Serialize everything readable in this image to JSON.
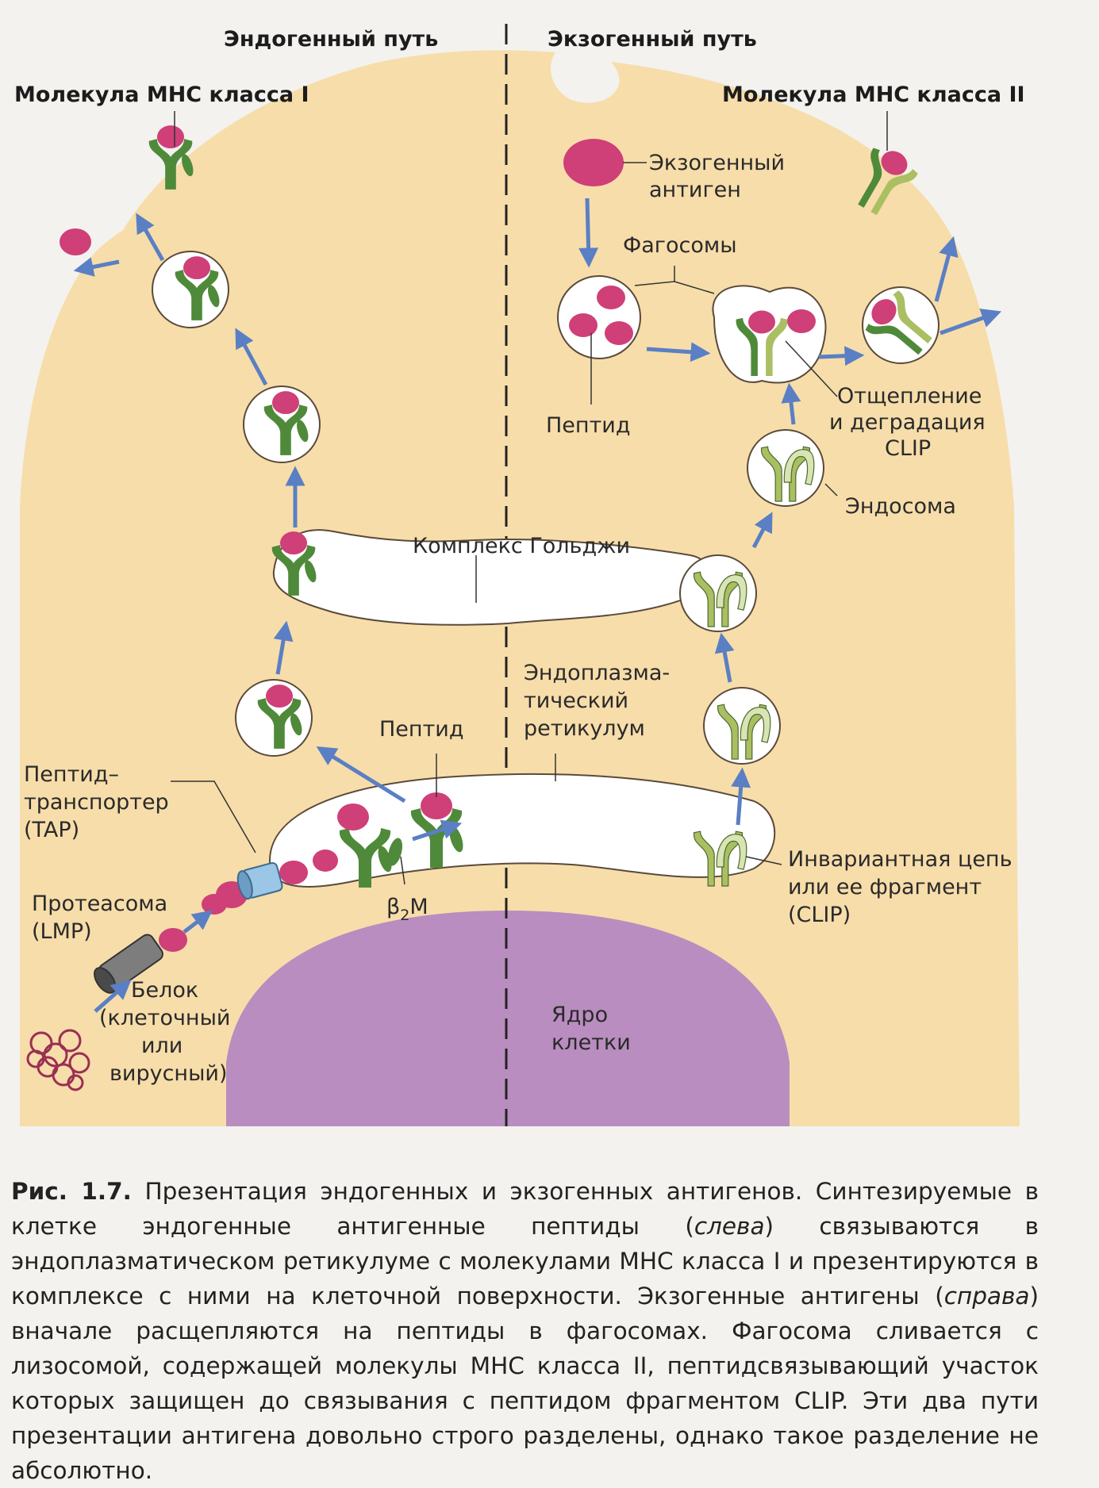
{
  "headers": {
    "endogenous": "Эндогенный путь",
    "exogenous": "Экзогенный путь",
    "mhc1": "Молекула МНС класса I",
    "mhc2": "Молекула МНС класса II"
  },
  "labels": {
    "exo_antigen_1": "Экзогенный",
    "exo_antigen_2": "антиген",
    "phagosomes": "Фагосомы",
    "peptide_right": "Пептид",
    "clip_1": "Отщепление",
    "clip_2": "и деградация",
    "clip_3": "CLIP",
    "endosome": "Эндосома",
    "golgi": "Комплекс Гольджи",
    "er_1": "Эндоплазма-",
    "er_2": "тический",
    "er_3": "ретикулум",
    "peptide_left": "Пептид",
    "tap_1": "Пептид–",
    "tap_2": "транспортер",
    "tap_3": "(TAP)",
    "proteasome_1": "Протеасома",
    "proteasome_2": "(LMP)",
    "protein_1": "Белок",
    "protein_2": "(клеточный",
    "protein_3": "или",
    "protein_4": "вирусный)",
    "b2m_beta": "β",
    "b2m_sub": "2",
    "b2m_m": "M",
    "invariant_1": "Инвариантная цепь",
    "invariant_2": "или ее фрагмент",
    "invariant_3": "(CLIP)",
    "nucleus_1": "Ядро",
    "nucleus_2": "клетки"
  },
  "caption": {
    "number": "Рис. 1.7.",
    "part1": "Презентация эндогенных и экзогенных антигенов. Синтезируемые в клетке эндогенные антигенные пептиды (",
    "italic1": "слева",
    "part2": ") связываются в эндоплазматическом ретикулуме с молекулами МНС класса I и презентируются в комплексе с ними на клеточной поверхности. Экзогенные антигены (",
    "italic2": "справа",
    "part3": ") вначале расщепляются на пептиды в фагосомах. Фагосома сливается с лизосомой, содержащей молекулы МНС класса II, пептидсвязывающий участок которых защищен до связывания с пептидом фрагментом CLIP. Эти два пути презентации антигена довольно строго разделены, однако такое разделение не абсолютно."
  },
  "colors": {
    "cytoplasm": "#f7ddaa",
    "nucleus": "#b98dbf",
    "peptide": "#cf3f78",
    "mhc1": "#4f8a3a",
    "mhc2_light": "#a9bf62",
    "arrow": "#5a7fc4"
  }
}
